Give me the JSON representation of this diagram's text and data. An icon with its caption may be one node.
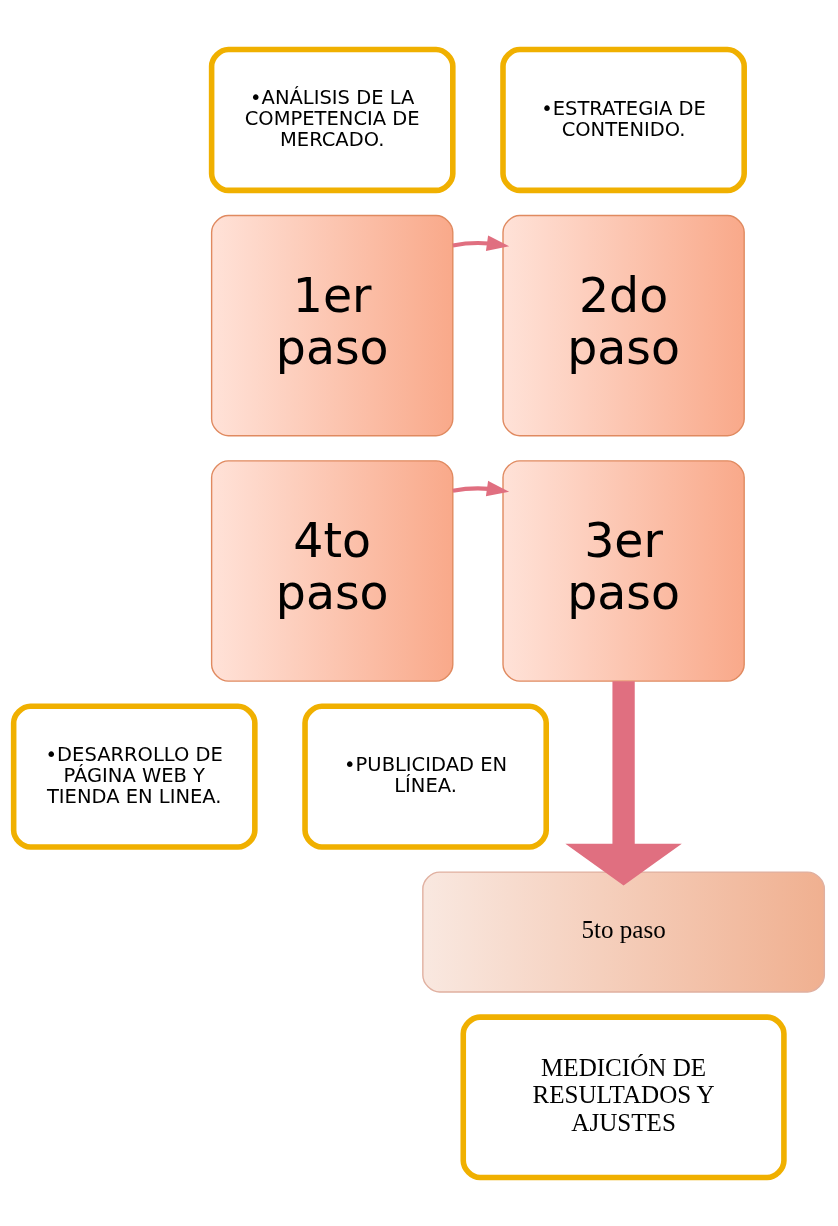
{
  "diagram": {
    "nodes": [
      {
        "text": [
          "•ANÁLISIS DE LA COMPETENCIA DE MERCADO."
        ]
      },
      {
        "text": [
          "•ESTRATEGIA DE CONTENIDO."
        ]
      },
      {
        "text": [
          "1er paso"
        ]
      },
      {
        "text": [
          "2do paso"
        ]
      },
      {
        "text": [
          "3er paso"
        ]
      },
      {
        "text": [
          "4to paso"
        ]
      },
      {
        "text": [
          "•DESARROLLO DE PÁGINA WEB Y TIENDA EN LINEA."
        ]
      },
      {
        "text": [
          "•PUBLICIDAD EN LÍNEA."
        ]
      },
      {
        "text": [
          "5to paso"
        ]
      },
      {
        "text": [
          "MEDICIÓN DE RESULTADOS Y AJUSTES"
        ]
      }
    ],
    "edges": [
      {
        "from": 2,
        "to": 3,
        "arrow": "to"
      },
      {
        "from": 5,
        "to": 4,
        "arrow": "to"
      },
      {
        "from": 4,
        "to": 8,
        "arrow": "to",
        "style": "thick"
      }
    ]
  }
}
